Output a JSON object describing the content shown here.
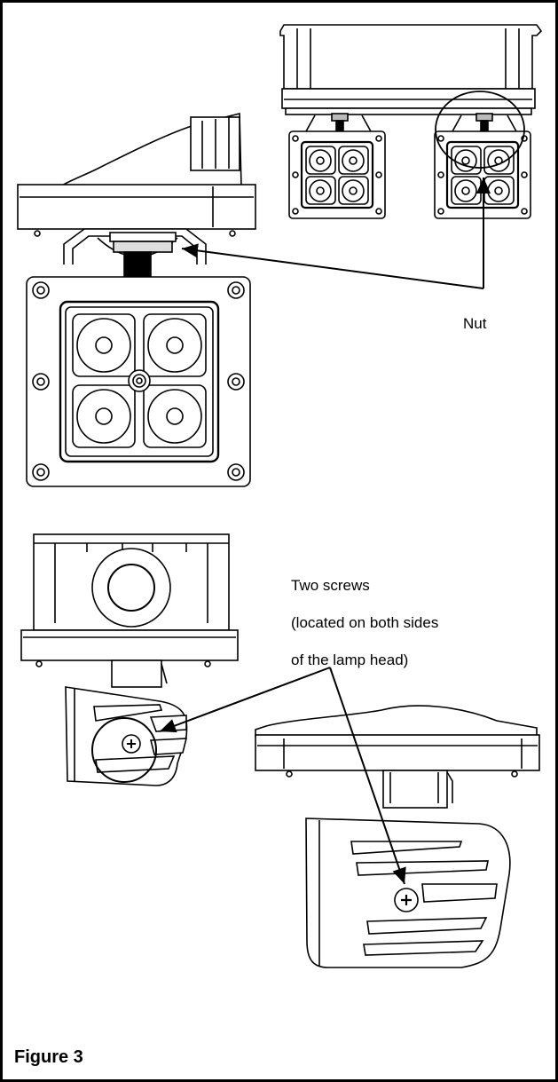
{
  "callouts": {
    "nut": "Nut",
    "screws_line1": "Two screws",
    "screws_line2": "(located on both sides",
    "screws_line3": "of the lamp head)"
  },
  "caption": "Figure 3"
}
